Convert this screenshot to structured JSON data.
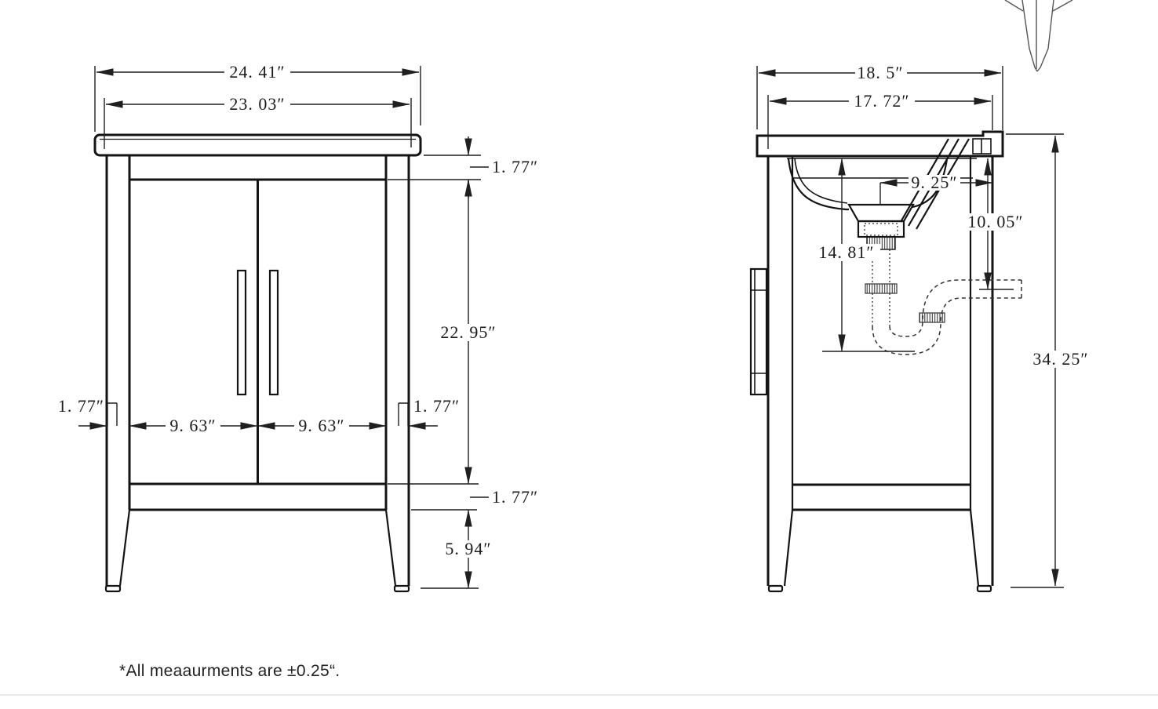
{
  "note": "*All meaaurments are ±0.25“.",
  "front_view": {
    "counter_width": "24. 41″",
    "cabinet_width": "23. 03″",
    "counter_height": "1. 77″",
    "door_opening_height": "22. 95″",
    "left_stile_width": "1. 77″",
    "left_door_width": "9. 63″",
    "right_door_width": "9. 63″",
    "right_stile_width": "1. 77″",
    "bottom_rail_height": "1. 77″",
    "leg_height": "5. 94″"
  },
  "side_view": {
    "counter_depth": "18. 5″",
    "cabinet_depth": "17. 72″",
    "drain_to_back": "9. 25″",
    "counter_to_outlet": "10. 05″",
    "counter_to_trap_bottom": "14. 81″",
    "overall_height": "34. 25″"
  }
}
